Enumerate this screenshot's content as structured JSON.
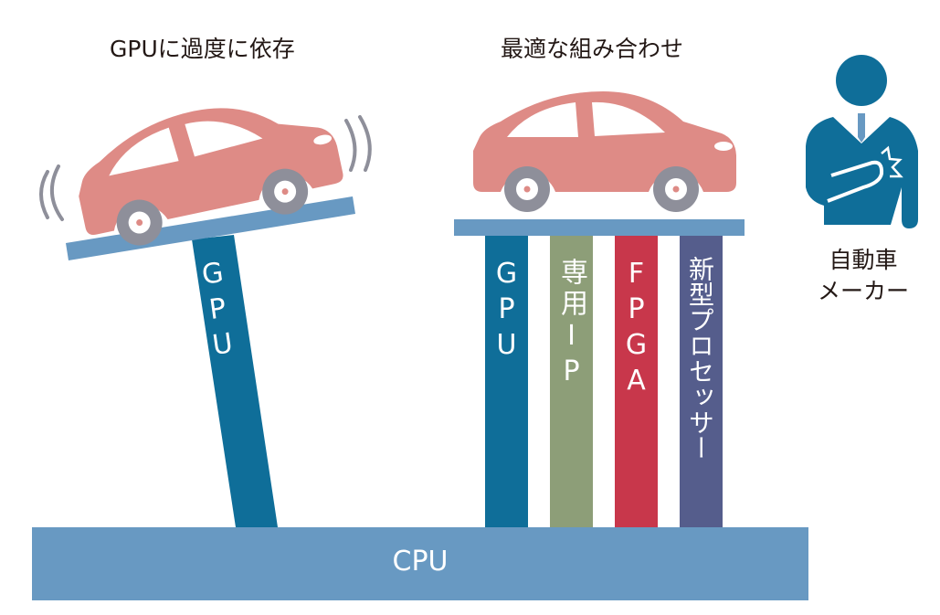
{
  "titles": {
    "left": "GPUに過度に依存",
    "right": "最適な組み合わせ"
  },
  "left_pillar": {
    "label": "GPU"
  },
  "pillars": [
    {
      "label": "GPU",
      "color": "#0f6e99"
    },
    {
      "label": "専用IP",
      "color": "#8d9e78"
    },
    {
      "label": "FPGA",
      "color": "#c8374b"
    },
    {
      "label": "新型プロセッサー",
      "color": "#555d8c"
    }
  ],
  "base": {
    "label": "CPU",
    "color": "#6899c2"
  },
  "maker": {
    "line1": "自動車",
    "line2": "メーカー",
    "color": "#0f6e99"
  },
  "colors": {
    "car": "#de8b86",
    "wheel": "#8e8f9a",
    "platform": "#6899c2"
  }
}
